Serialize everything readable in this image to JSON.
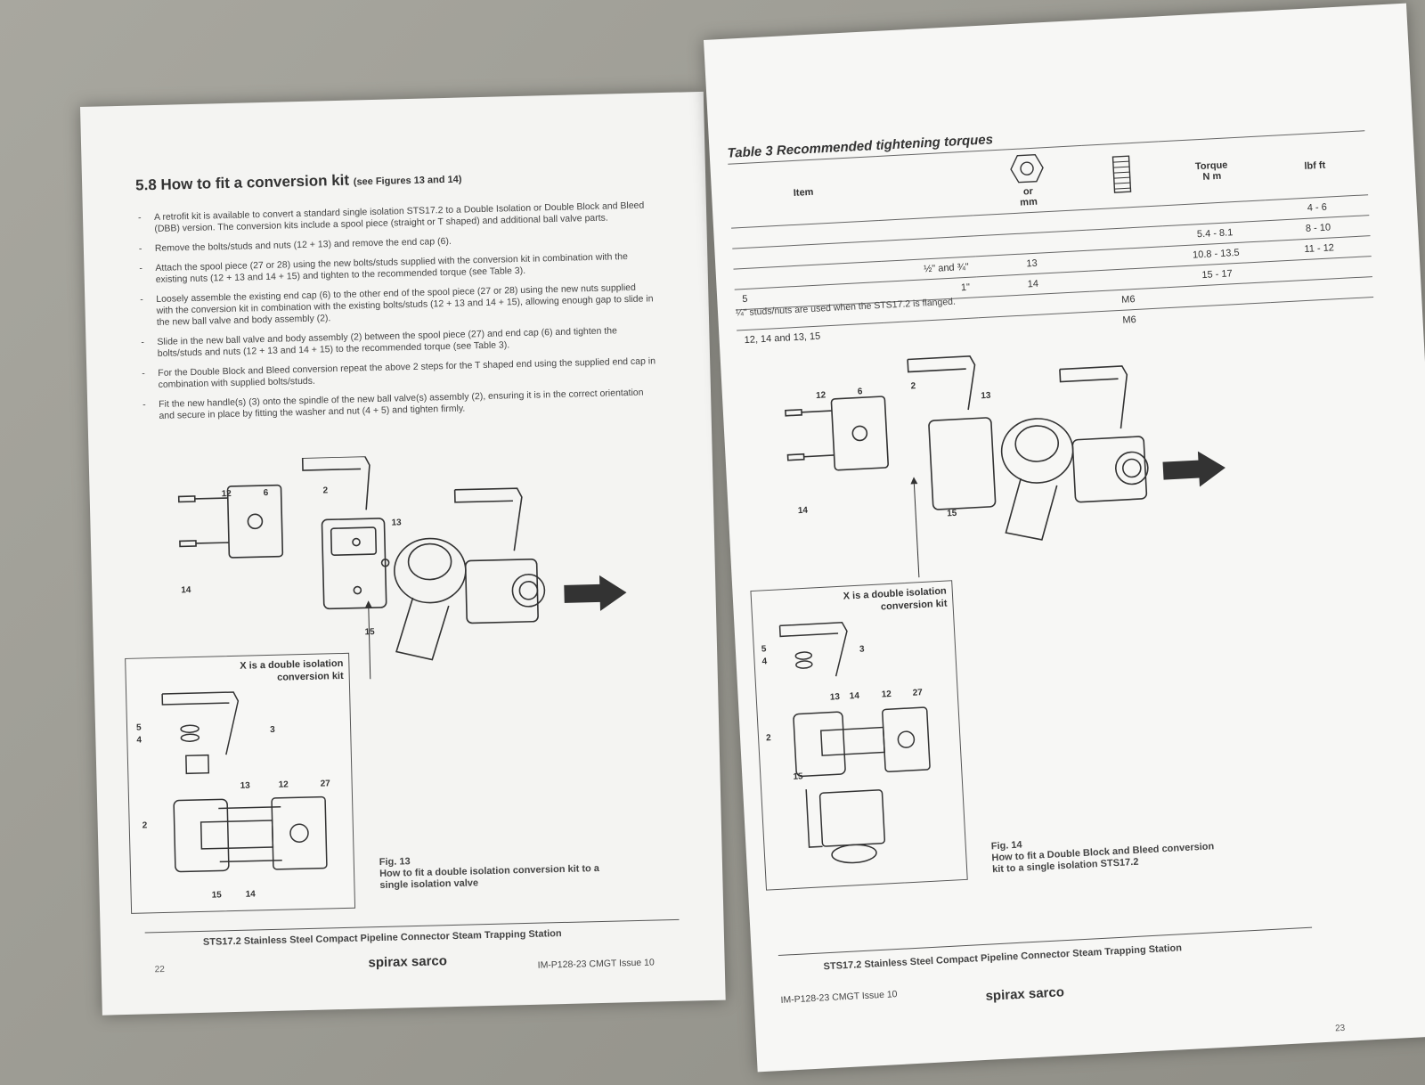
{
  "left_page": {
    "heading": "5.8 How to fit a conversion kit",
    "heading_note": "(see Figures 13 and 14)",
    "bullets": [
      "A retrofit kit is available to convert a standard single isolation STS17.2 to a Double Isolation or Double Block and Bleed (DBB) version. The conversion kits include a spool piece (straight or T shaped) and additional ball valve parts.",
      "Remove the bolts/studs and nuts (12 + 13) and remove the end cap (6).",
      "Attach the spool piece (27 or 28) using the new bolts/studs supplied with the conversion kit in combination with the existing nuts (12 + 13 and 14 + 15) and tighten to the recommended torque (see Table 3).",
      "Loosely assemble the existing end cap (6) to the other end of the spool piece (27 or 28) using the new nuts supplied with the conversion kit in combination with the existing bolts/studs (12 + 13 and 14 + 15), allowing enough gap to slide in the new ball valve and body assembly (2).",
      "Slide in the new ball valve and body assembly (2) between the spool piece (27) and end cap (6) and tighten the bolts/studs and nuts (12 + 13 and 14 + 15) to the recommended torque (see Table 3).",
      "For the Double Block and Bleed conversion repeat the above 2 steps for the T shaped end using the supplied end cap in combination with supplied bolts/studs.",
      "Fit the new handle(s) (3) onto the spindle of the new ball valve(s) assembly (2), ensuring it is in the correct orientation and secure in place by fitting the washer and nut (4 + 5) and tighten firmly."
    ],
    "fig_callouts": [
      "12",
      "6",
      "2",
      "13",
      "14",
      "15"
    ],
    "inset_label_line1": "X is a double isolation",
    "inset_label_line2": "conversion kit",
    "inset_callouts": [
      "5",
      "4",
      "3",
      "13",
      "12",
      "27",
      "2",
      "15",
      "14"
    ],
    "fig_number": "Fig. 13",
    "fig_caption_line1": "How to fit a double isolation conversion kit to a",
    "fig_caption_line2": "single isolation valve",
    "footer_title": "STS17.2 Stainless Steel Compact Pipeline Connector Steam Trapping Station",
    "page_number": "22",
    "logo": "spirax sarco",
    "doc_ref": "IM-P128-23  CMGT Issue 10"
  },
  "right_page": {
    "table_title": "Table 3 Recommended tightening torques",
    "table_header": {
      "item": "Item",
      "or": "or",
      "mm": "mm",
      "torque": "Torque",
      "nm": "N m",
      "lbf": "lbf ft"
    },
    "table_rows": [
      {
        "item": "",
        "size": "",
        "mm": "",
        "nm": "",
        "lbf": "4 - 6"
      },
      {
        "item": "",
        "size": "",
        "mm": "",
        "nm": "5.4 - 8.1",
        "lbf": "8 - 10"
      },
      {
        "item": "",
        "size": "½\" and ¾\"",
        "mm": "13",
        "nm": "10.8 - 13.5",
        "lbf": "11 - 12"
      },
      {
        "item": "5",
        "size": "1\"",
        "mm": "14",
        "nm": "15 - 17",
        "lbf": ""
      },
      {
        "item": "",
        "size": "",
        "mm": "M6",
        "nm": "",
        "lbf": ""
      },
      {
        "item": "12, 14 and 13, 15",
        "size": "",
        "mm": "M6",
        "nm": "",
        "lbf": ""
      }
    ],
    "table_note": "¼\" studs/nuts are used when the STS17.2 is flanged.",
    "fig_callouts": [
      "12",
      "6",
      "2",
      "13",
      "14",
      "15"
    ],
    "inset_label_line1": "X is a double isolation",
    "inset_label_line2": "conversion kit",
    "inset_callouts": [
      "5",
      "4",
      "3",
      "13",
      "14",
      "12",
      "27",
      "2",
      "15"
    ],
    "fig_number": "Fig. 14",
    "fig_caption_line1": "How to fit a Double Block and Bleed conversion",
    "fig_caption_line2": "kit to a single isolation STS17.2",
    "footer_title": "STS17.2 Stainless Steel Compact Pipeline Connector Steam Trapping Station",
    "doc_ref": "IM-P128-23  CMGT Issue 10",
    "logo": "spirax sarco",
    "page_number": "23"
  }
}
